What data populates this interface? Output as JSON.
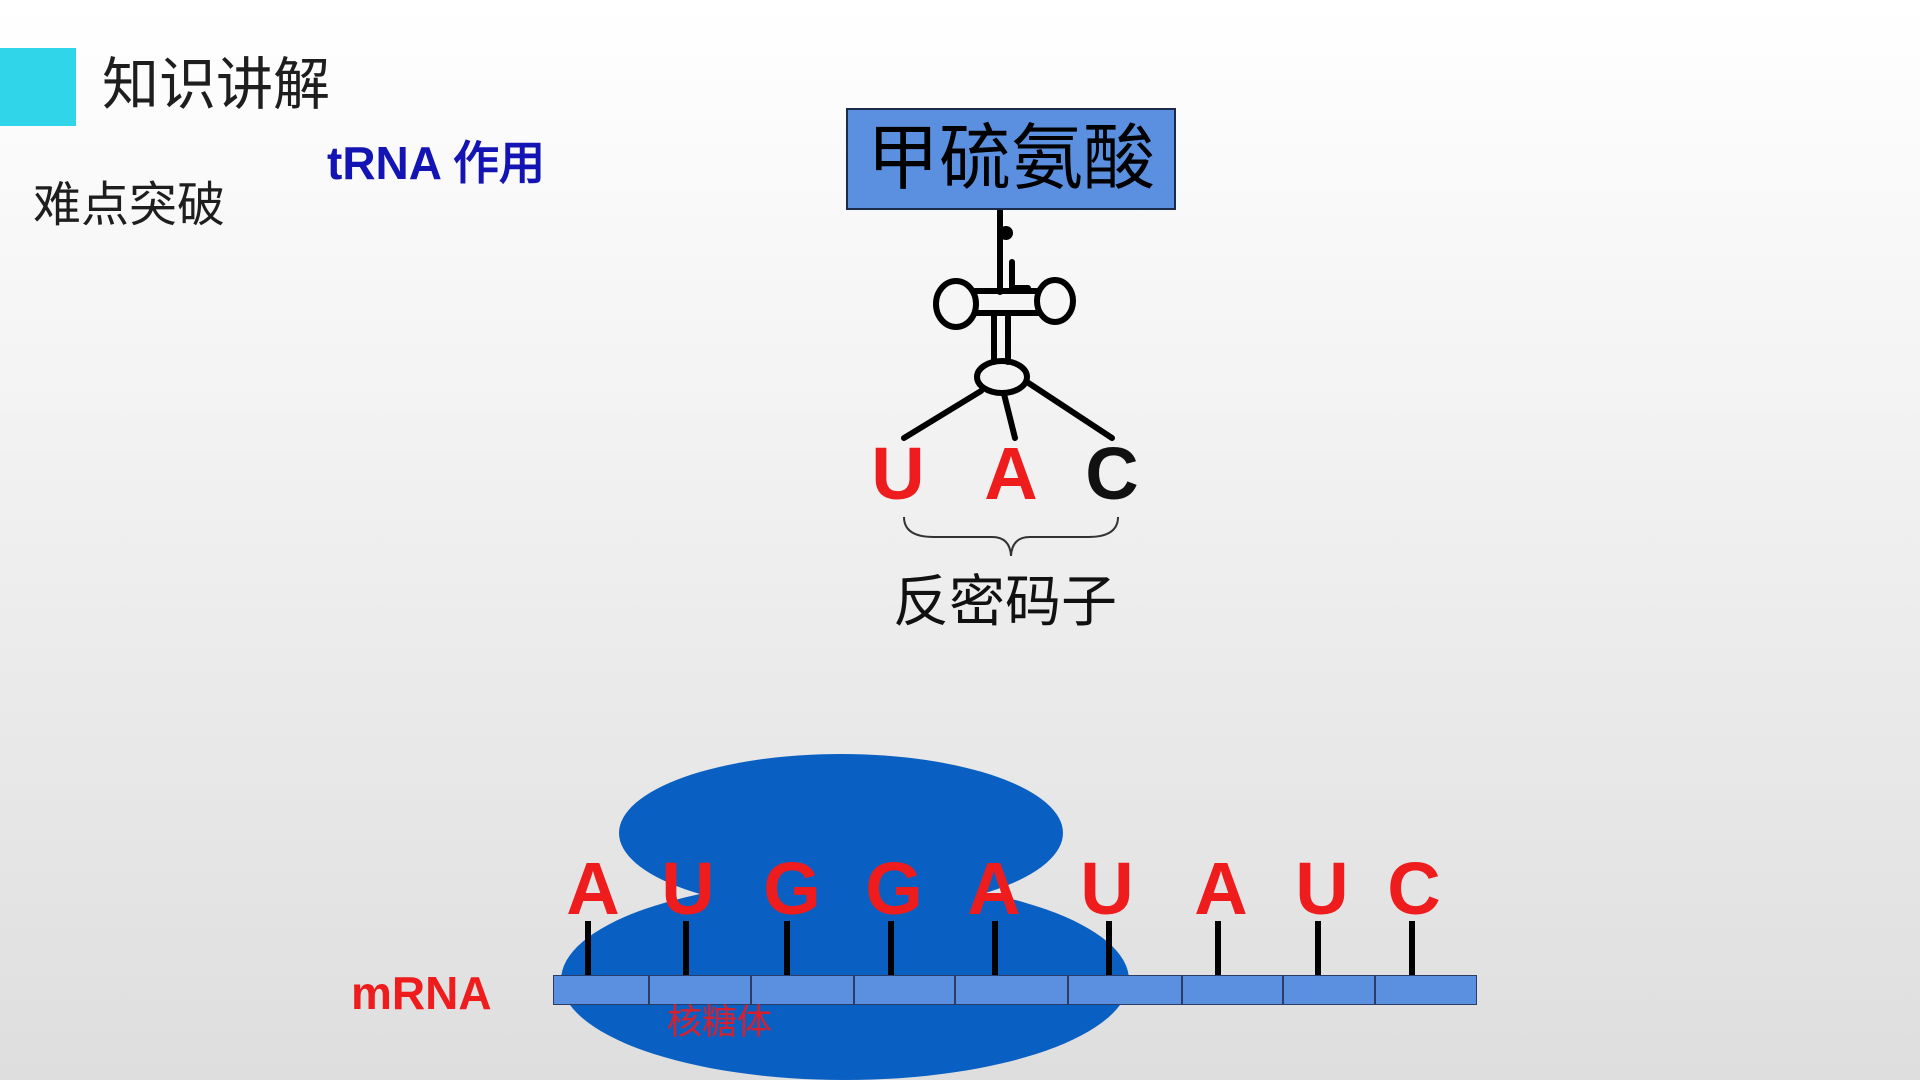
{
  "header": {
    "section_title": "知识讲解",
    "subtitle": "难点突破",
    "topic": "tRNA 作用"
  },
  "trna": {
    "amino_acid": "甲硫氨酸",
    "anticodon": [
      {
        "letter": "U",
        "color": "#ee1c1c"
      },
      {
        "letter": "A",
        "color": "#ee1c1c"
      },
      {
        "letter": "C",
        "color": "#111111"
      }
    ],
    "anticodon_label": "反密码子"
  },
  "ribosome": {
    "label": "核糖体"
  },
  "mrna": {
    "label": "mRNA",
    "bases": [
      "A",
      "U",
      "G",
      "G",
      "A",
      "U",
      "A",
      "U",
      "C"
    ]
  },
  "colors": {
    "accent_square": "#30d5ea",
    "topic_blue": "#1414b4",
    "amino_acid_box": "#5b8fe0",
    "ribosome": "#0a60c2",
    "mrna_strip": "#5b8fe0",
    "base_red": "#ee1c1c",
    "ribosome_label": "#d8202c"
  }
}
